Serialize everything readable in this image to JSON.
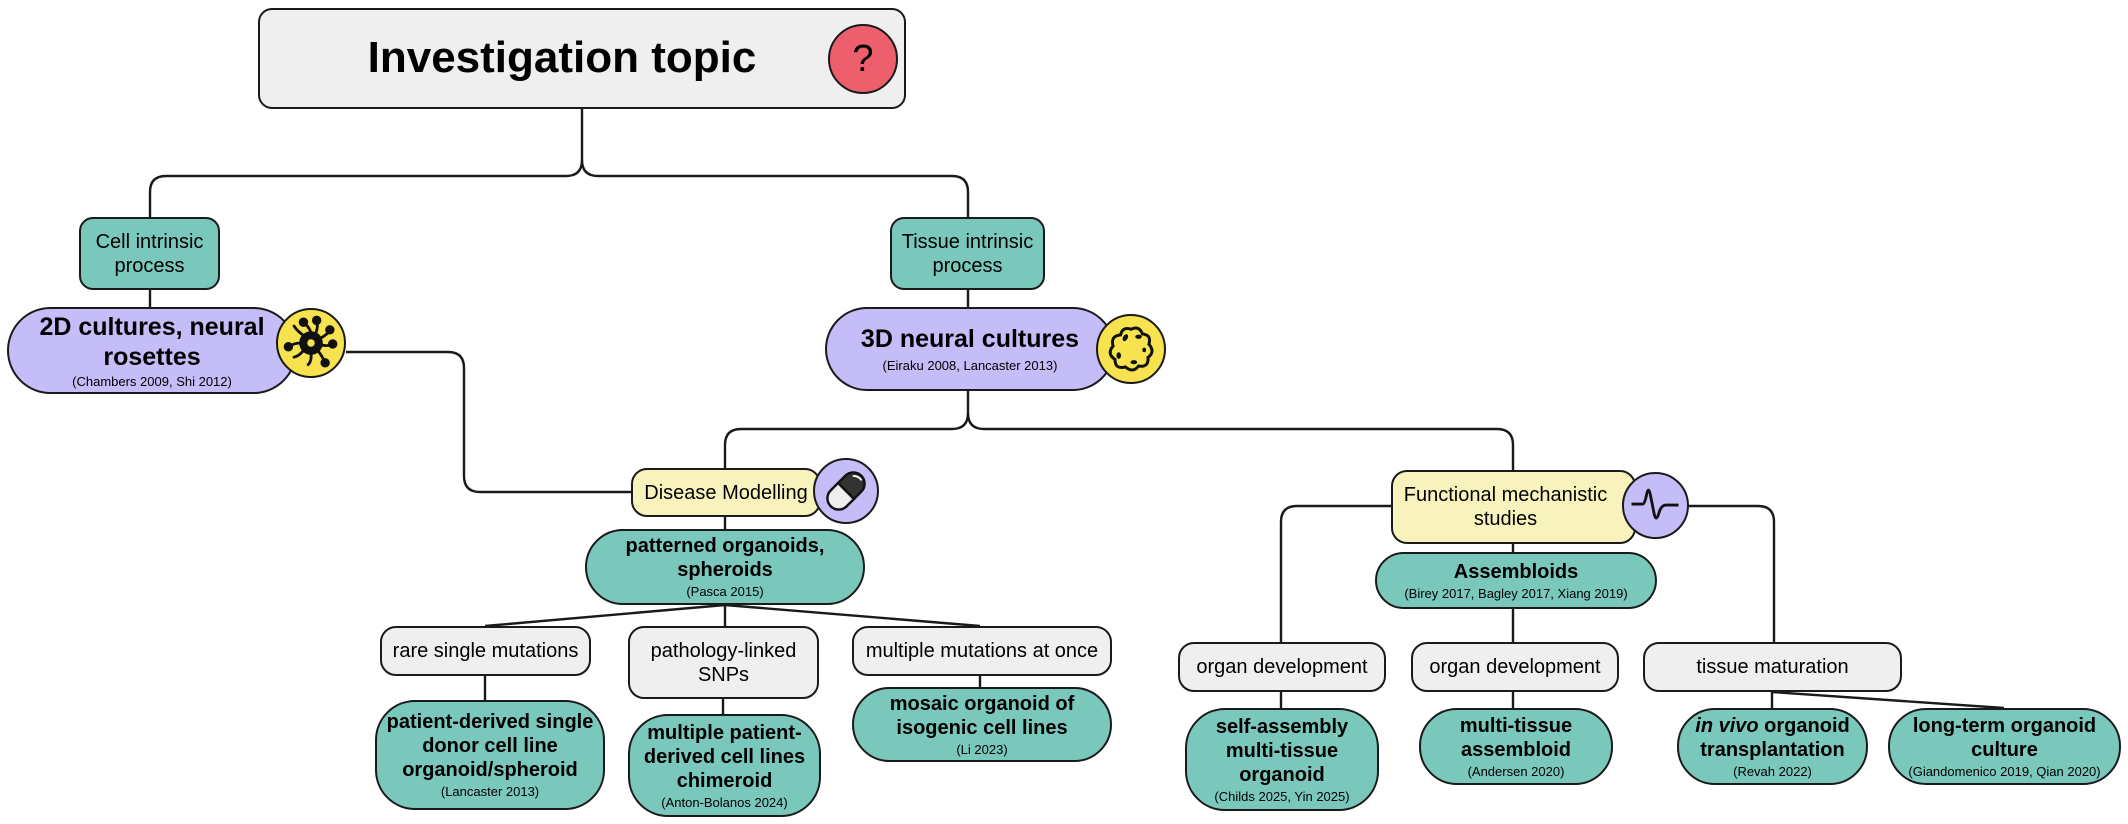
{
  "root": {
    "title": "Investigation topic",
    "icon": "question-mark-icon",
    "icon_glyph": "?"
  },
  "branches": {
    "cell": {
      "label_line1": "Cell intrinsic",
      "label_line2": "process",
      "model": {
        "title_line1": "2D cultures, neural",
        "title_line2": "rosettes",
        "refs": "(Chambers 2009, Shi 2012)",
        "icon": "neural-rosette-icon"
      }
    },
    "tissue": {
      "label_line1": "Tissue intrinsic",
      "label_line2": "process",
      "model": {
        "title": "3D neural cultures",
        "refs": "(Eiraku 2008, Lancaster 2013)",
        "icon": "organoid-icon"
      }
    }
  },
  "disease": {
    "label": "Disease Modelling",
    "icon": "pill-capsule-icon",
    "model": {
      "title_line1": "patterned organoids,",
      "title_line2": "spheroids",
      "refs": "(Pasca 2015)"
    },
    "children": [
      {
        "question": "rare single mutations",
        "answer_lines": [
          "patient-derived single",
          "donor cell line",
          "organoid/spheroid"
        ],
        "refs": "(Lancaster 2013)"
      },
      {
        "question_line1": "pathology-linked",
        "question_line2": "SNPs",
        "answer_lines": [
          "multiple patient-",
          "derived cell lines",
          "chimeroid"
        ],
        "refs": "(Anton-Bolanos 2024)"
      },
      {
        "question": "multiple mutations at once",
        "answer_lines": [
          "mosaic organoid of",
          "isogenic cell lines"
        ],
        "refs": "(Li 2023)"
      }
    ]
  },
  "functional": {
    "label_line1": "Functional mechanistic",
    "label_line2": "studies",
    "icon": "action-potential-icon",
    "model": {
      "title": "Assembloids",
      "refs": "(Birey 2017, Bagley 2017, Xiang 2019)"
    },
    "children": [
      {
        "question": "organ development",
        "answer_lines": [
          "self-assembly",
          "multi-tissue",
          "organoid"
        ],
        "refs": "(Childs 2025, Yin 2025)"
      },
      {
        "question": "organ development",
        "answer_lines": [
          "multi-tissue",
          "assembloid"
        ],
        "refs": "(Andersen 2020)"
      },
      {
        "question": "tissue maturation",
        "answers": [
          {
            "italic": "in vivo",
            "line1_rest": " organoid",
            "line2": "transplantation",
            "refs": "(Revah 2022)"
          },
          {
            "line1": "long-term organoid",
            "line2": "culture",
            "refs": "(Giandomenico 2019, Qian 2020)"
          }
        ]
      }
    ]
  },
  "colors": {
    "gray": "#efefef",
    "teal": "#7ac7bc",
    "purple": "#c4bdf7",
    "yellow_box": "#f8f3bc",
    "yellow_icon": "#f7e34f",
    "red_icon": "#ee5f6e"
  }
}
